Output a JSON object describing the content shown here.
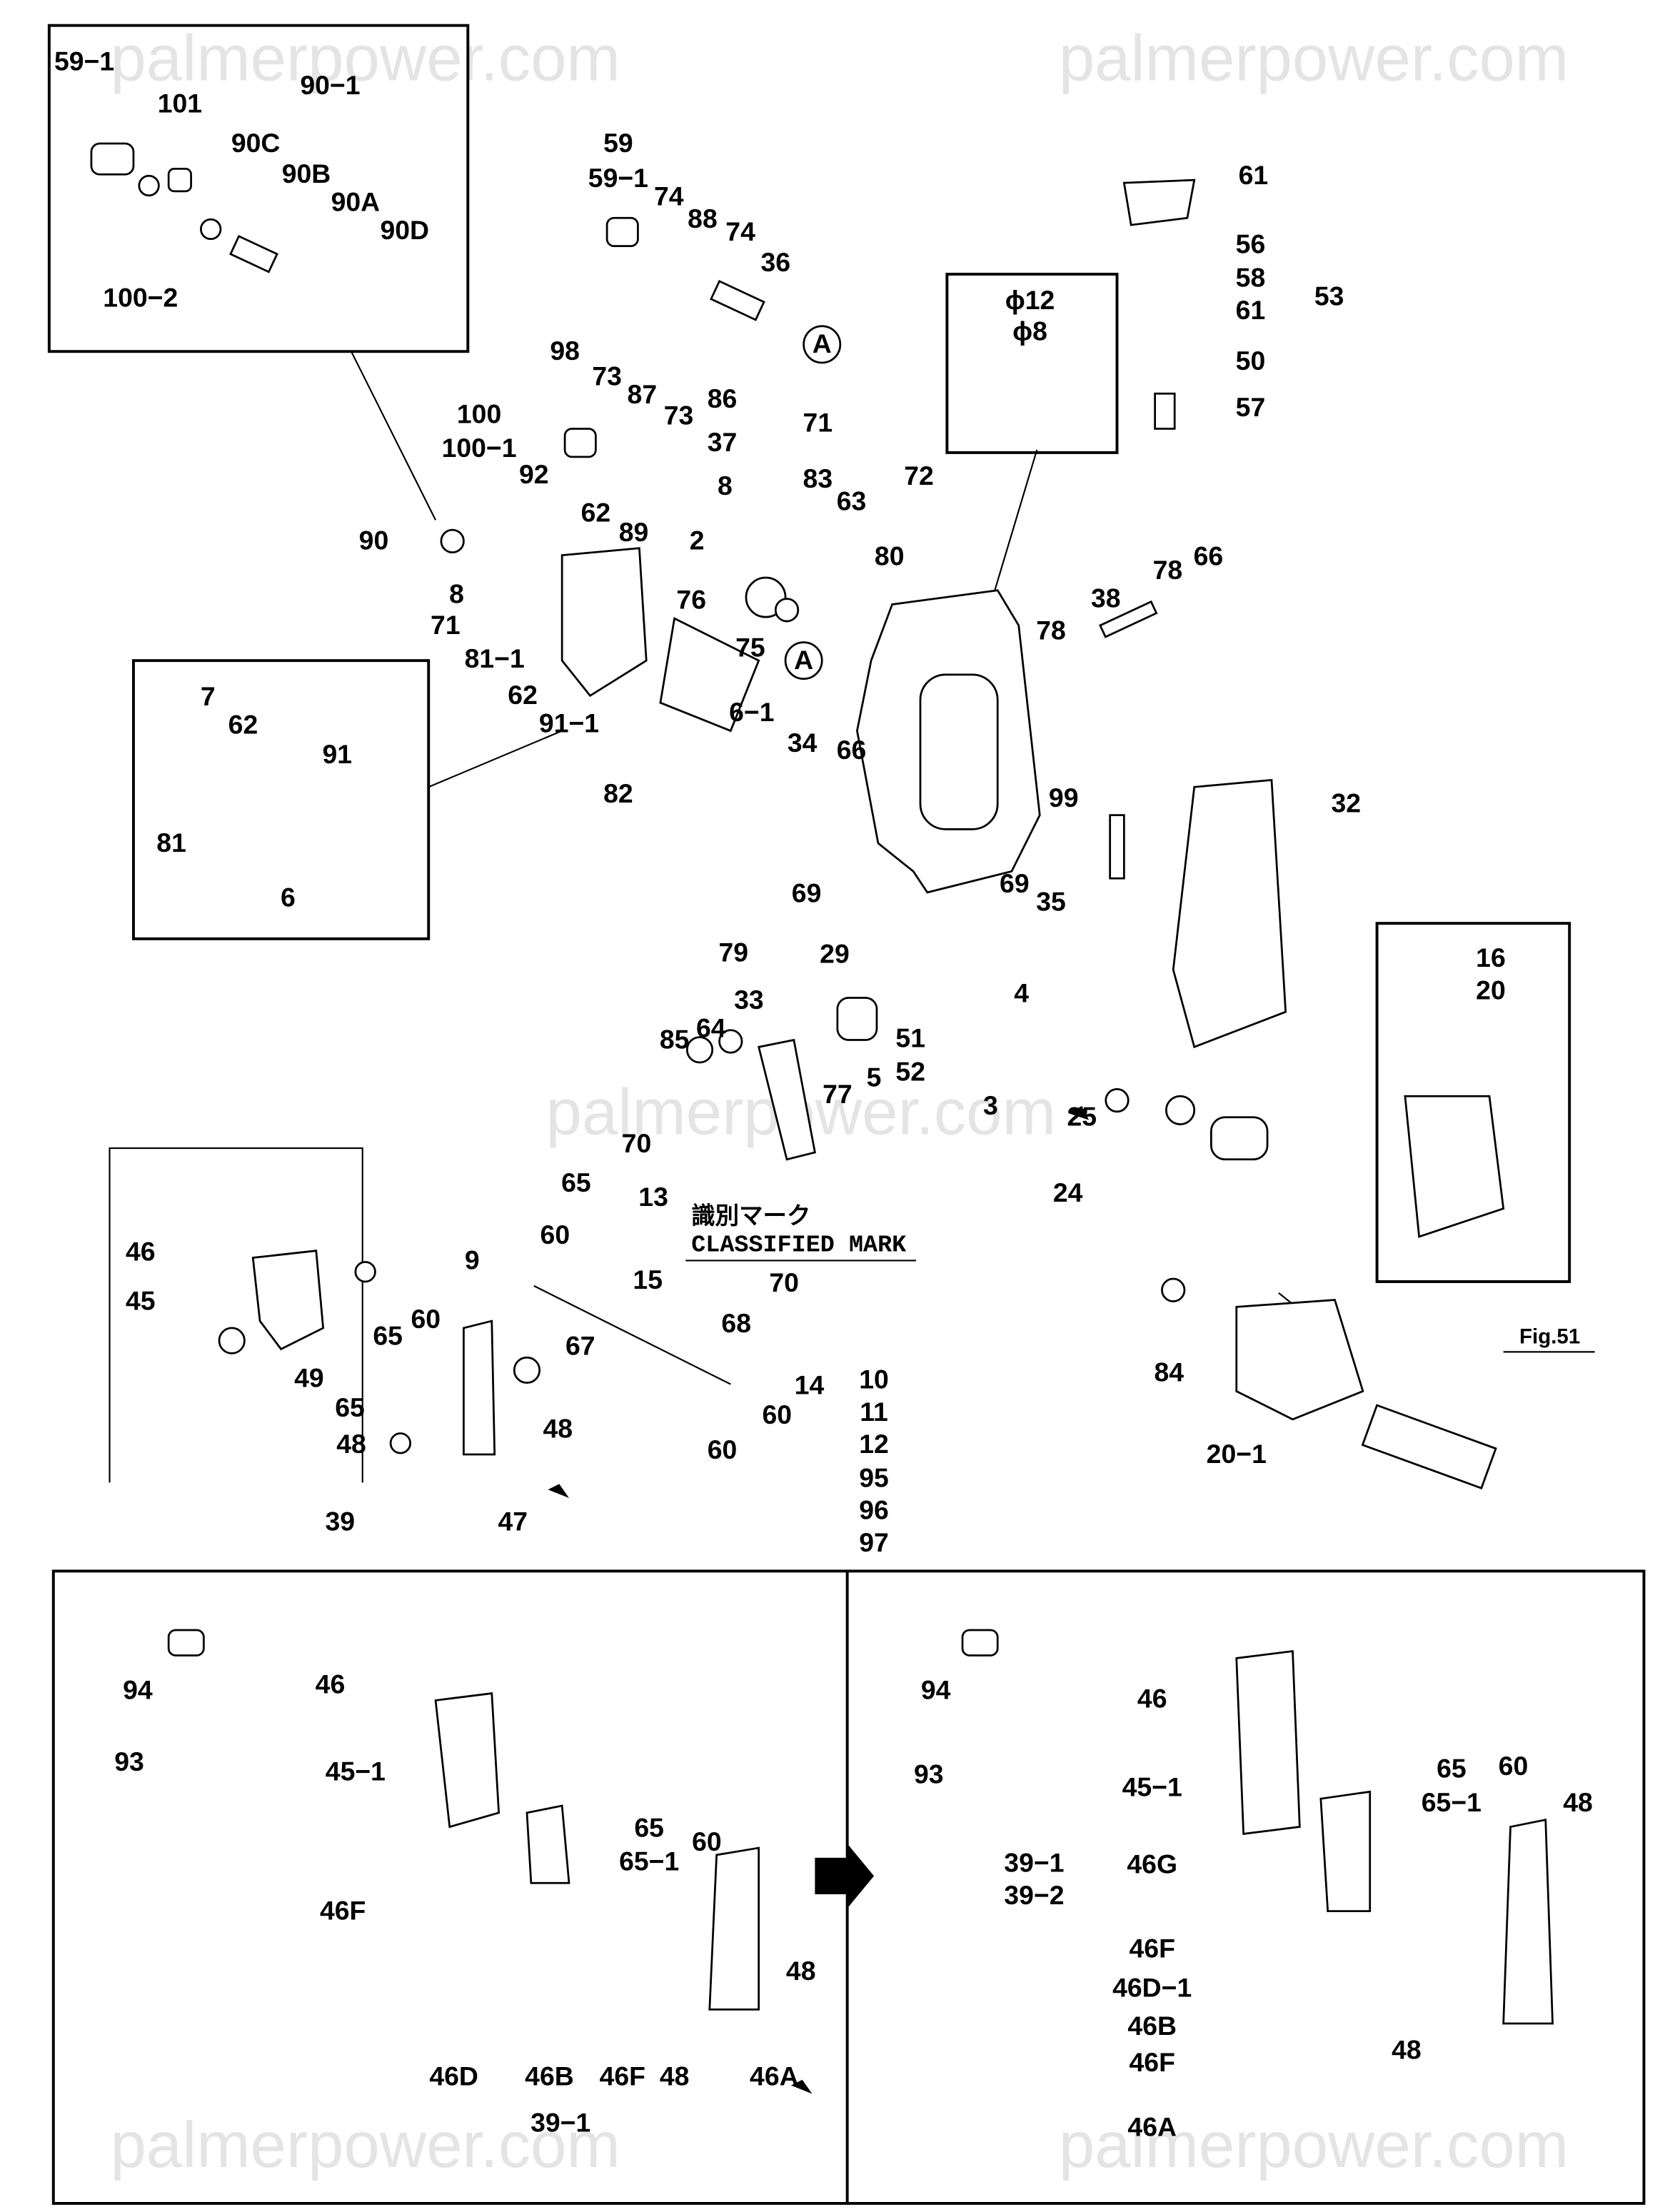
{
  "watermark": "palmerpower.com",
  "classified_mark": {
    "jp": "識別マーク",
    "en": "CLASSIFIED MARK"
  },
  "phi_labels": [
    "ϕ12",
    "ϕ8"
  ],
  "circle_refs": [
    "A",
    "A"
  ],
  "figure_ref": "Fig.51",
  "callouts": [
    "59−1",
    "101",
    "90−1",
    "90C",
    "90B",
    "90A",
    "90D",
    "100−2",
    "59",
    "59−1",
    "74",
    "88",
    "74",
    "36",
    "98",
    "73",
    "87",
    "73",
    "86",
    "37",
    "71",
    "8",
    "83",
    "63",
    "72",
    "80",
    "100",
    "100−1",
    "92",
    "90",
    "62",
    "89",
    "2",
    "8",
    "71",
    "76",
    "75",
    "81−1",
    "62",
    "91−1",
    "6−1",
    "34",
    "66",
    "7",
    "62",
    "91",
    "81",
    "6",
    "82",
    "69",
    "79",
    "69",
    "35",
    "99",
    "32",
    "78",
    "38",
    "78",
    "66",
    "61",
    "56",
    "58",
    "61",
    "53",
    "50",
    "57",
    "29",
    "4",
    "33",
    "64",
    "85",
    "51",
    "52",
    "5",
    "77",
    "3",
    "25",
    "24",
    "16",
    "20",
    "84",
    "20−1",
    "46",
    "45",
    "49",
    "65",
    "60",
    "65",
    "48",
    "48",
    "39",
    "47",
    "70",
    "65",
    "13",
    "60",
    "9",
    "15",
    "70",
    "67",
    "68",
    "10",
    "11",
    "14",
    "60",
    "12",
    "60",
    "95",
    "96",
    "97",
    "94",
    "93",
    "46",
    "45−1",
    "46F",
    "65",
    "65−1",
    "60",
    "48",
    "46D",
    "46B",
    "46F",
    "48",
    "46A",
    "39−1",
    "94",
    "93",
    "46",
    "45−1",
    "39−1",
    "39−2",
    "46G",
    "65",
    "65−1",
    "60",
    "48",
    "46F",
    "46D−1",
    "46B",
    "46F",
    "48",
    "46A"
  ]
}
